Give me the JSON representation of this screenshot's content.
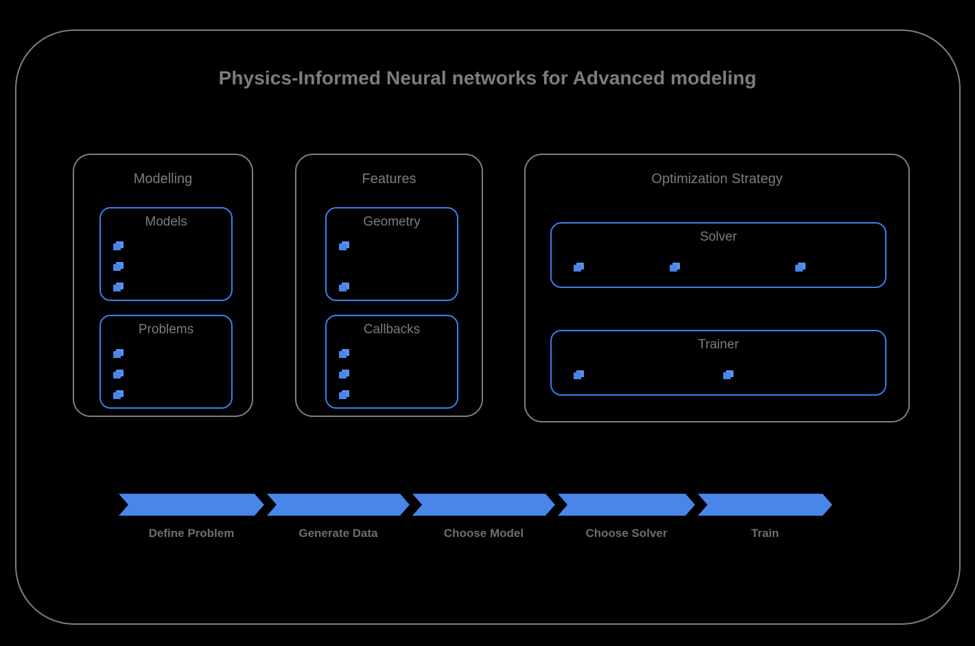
{
  "title": "Physics-Informed Neural networks for Advanced modeling",
  "colors": {
    "background": "#000000",
    "outer_border": "#808080",
    "group_border": "#808080",
    "sub_card_border": "#3d7ff0",
    "bullet_blue": "#4a85e8",
    "bullet_blue_light": "#5a92ea",
    "arrow_blue": "#4a85e8",
    "title_text": "#7d7d7d",
    "label_text": "#6e6e6e"
  },
  "groups": [
    {
      "label": "Modelling",
      "cards": [
        {
          "label": "Models",
          "bullets": 3
        },
        {
          "label": "Problems",
          "bullets": 3
        }
      ]
    },
    {
      "label": "Features",
      "cards": [
        {
          "label": "Geometry",
          "bullets": 2
        },
        {
          "label": "Callbacks",
          "bullets": 3
        }
      ]
    },
    {
      "label": "Optimization Strategy",
      "cards": [
        {
          "label": "Solver",
          "bullets": 3
        },
        {
          "label": "Trainer",
          "bullets": 2
        }
      ]
    }
  ],
  "pipeline": {
    "steps": [
      {
        "label": "Define Problem"
      },
      {
        "label": "Generate Data"
      },
      {
        "label": "Choose Model"
      },
      {
        "label": "Choose Solver"
      },
      {
        "label": "Train"
      }
    ]
  },
  "icons": {
    "bullet": "stacked-square-icon"
  }
}
